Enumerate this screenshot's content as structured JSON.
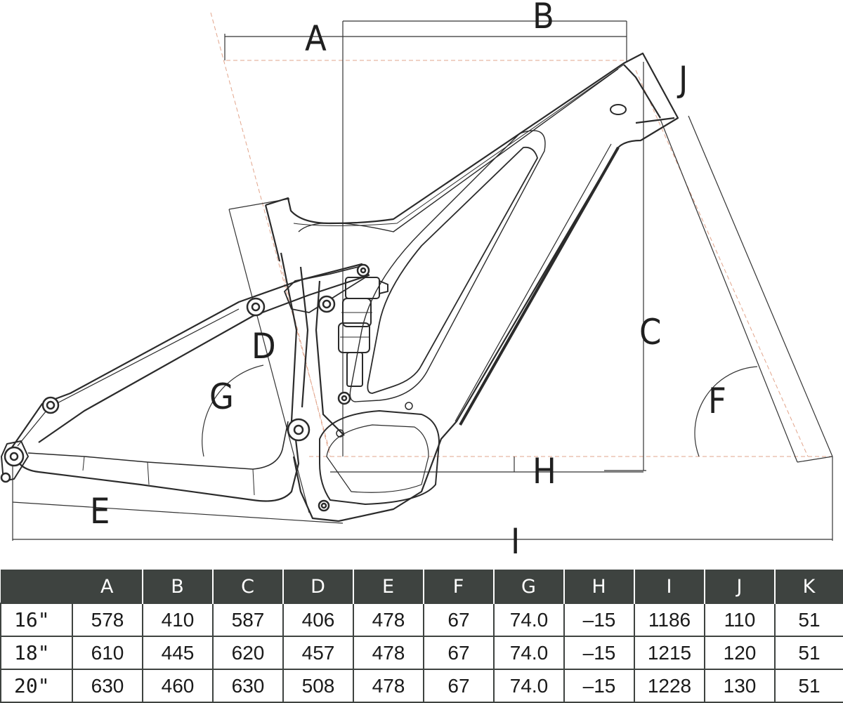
{
  "dimension_labels": {
    "A": "A",
    "B": "B",
    "C": "C",
    "D": "D",
    "E": "E",
    "F": "F",
    "G": "G",
    "H": "H",
    "I": "I",
    "J": "J"
  },
  "table": {
    "headers": [
      "",
      "A",
      "B",
      "C",
      "D",
      "E",
      "F",
      "G",
      "H",
      "I",
      "J",
      "K"
    ],
    "rows": [
      {
        "size": "16\"",
        "values": [
          "578",
          "410",
          "587",
          "406",
          "478",
          "67",
          "74.0",
          "–15",
          "1186",
          "110",
          "51"
        ]
      },
      {
        "size": "18\"",
        "values": [
          "610",
          "445",
          "620",
          "457",
          "478",
          "67",
          "74.0",
          "–15",
          "1215",
          "120",
          "51"
        ]
      },
      {
        "size": "20\"",
        "values": [
          "630",
          "460",
          "630",
          "508",
          "478",
          "67",
          "74.0",
          "–15",
          "1228",
          "130",
          "51"
        ]
      }
    ]
  },
  "colors": {
    "line": "#2b2b2b",
    "dashed": "#e2a58c",
    "table_header": "#3e4340"
  }
}
